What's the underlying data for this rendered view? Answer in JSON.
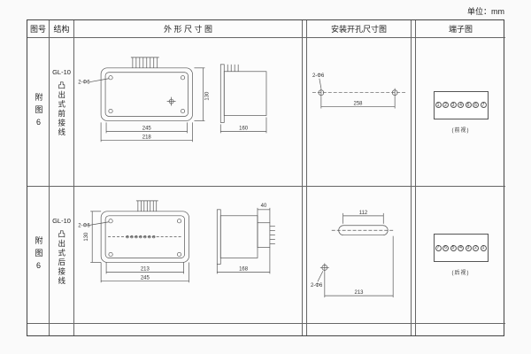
{
  "unit_label": "单位：mm",
  "headers": {
    "fig_no": "图号",
    "structure": "结构",
    "outline": "外 形 尺 寸 图",
    "mounting": "安装开孔尺寸图",
    "terminal": "端子图"
  },
  "rows": [
    {
      "fig_no": "附图6",
      "model": "GL-10",
      "structure_type": "凸出式前接线",
      "outline": {
        "dim_top": "245",
        "dim_bottom": "218",
        "dim_height": "130",
        "dim_side": "160",
        "hole_note": "2-Φ6"
      },
      "mounting": {
        "dim_span": "258",
        "hole_note": "2-Φ6"
      },
      "terminal": {
        "pins": [
          "1",
          "2",
          "3",
          "4",
          "5",
          "6",
          "7"
        ],
        "caption": "(前视)"
      }
    },
    {
      "fig_no": "附图6",
      "model": "GL-10",
      "structure_type": "凸出式后接线",
      "outline": {
        "dim_top": "213",
        "dim_bottom": "245",
        "dim_height": "130",
        "dim_side": "168",
        "dim_block": "40",
        "hole_note": "2-Φ6"
      },
      "mounting": {
        "dim_slot": "112",
        "dim_bottom": "213",
        "hole_note": "2-Φ6"
      },
      "terminal": {
        "pins": [
          "7",
          "6",
          "5",
          "4",
          "3",
          "2",
          "1"
        ],
        "caption": "(后视)"
      }
    }
  ],
  "colors": {
    "line": "#555555",
    "text": "#222222",
    "background": "#fafafa"
  }
}
